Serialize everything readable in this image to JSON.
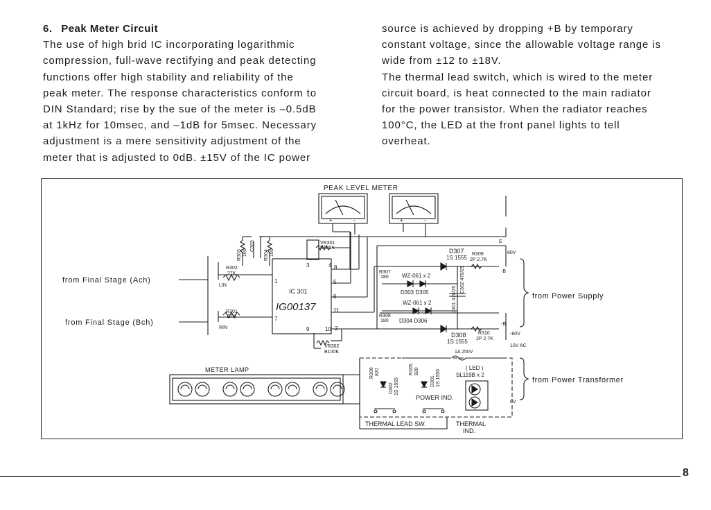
{
  "section": {
    "number": "6.",
    "title": "Peak Meter Circuit"
  },
  "left_lines": [
    "The use of high brid IC incorporating logarithmic",
    "compression, full-wave rectifying and peak detecting",
    "functions offer high stability and reliability of the",
    "peak meter. The response characteristics conform to",
    "DIN Standard; rise by the sue of the meter is –0.5dB",
    "at 1kHz for 10msec, and –1dB for 5msec. Necessary",
    "adjustment is a mere sensitivity adjustment of the",
    "meter that is adjusted to 0dB. ±15V of the IC power"
  ],
  "right_lines": [
    "source is achieved by dropping +B by temporary",
    "constant voltage, since the allowable voltage range is",
    "wide from ±12 to ±18V.",
    "The thermal lead switch, which is wired to the meter",
    "circuit board, is heat connected to the main radiator",
    "for the power transistor. When the radiator reaches",
    "100°C, the LED at the front panel lights to tell",
    "overheat."
  ],
  "schematic": {
    "title": "PEAK LEVEL METER",
    "inputs": [
      "from Final Stage (Ach)",
      "from Final Stage (Bch)"
    ],
    "outputs": [
      "from Power Supply",
      "from Power Transformer"
    ],
    "ic": {
      "name": "IC 301",
      "part": "IG00137"
    },
    "pins": [
      "1",
      "2",
      "3",
      "4",
      "5",
      "6",
      "7",
      "8",
      "9",
      "10",
      "11"
    ],
    "components": {
      "vr301": [
        "VR301",
        "B100K"
      ],
      "vr302": [
        "VR302",
        "B100K"
      ],
      "r302": [
        "R302",
        "27K"
      ],
      "r301": [
        "R301",
        "27K"
      ],
      "r303": [
        "R303",
        "100"
      ],
      "r304": [
        "R304",
        "100"
      ],
      "c303": "C303",
      "lin": "LIN",
      "rin": "RIN",
      "d307": [
        "D307",
        "1S 1555"
      ],
      "r309": [
        "R309",
        "2P 2.7K"
      ],
      "d308": [
        "D308",
        "1S 1555"
      ],
      "r310": [
        "R310",
        "2P 2.7K"
      ],
      "r307": [
        "R307",
        "180"
      ],
      "r308": [
        "R308",
        "180"
      ],
      "zener1": "WZ-061 x 2",
      "zener2": "WZ-061 x 2",
      "d303_305": "D303  D305",
      "d304_306": "D304  D306",
      "c301": "C301 470/25",
      "c302": "C302 470/25",
      "e": "E",
      "b1": "-B",
      "b2": "-B",
      "v80p": "80V",
      "v80n": "-80V",
      "vac": "10V AC",
      "fuse": "1A 250V",
      "r306": [
        "R306",
        "820"
      ],
      "r305": [
        "R305",
        "820"
      ],
      "d302": [
        "D302",
        "1S 1555"
      ],
      "d301": [
        "D301",
        "1S 1555"
      ],
      "led": [
        "( LED )",
        "SL119B x 2"
      ],
      "zero_v": "0V",
      "power_ind": "POWER IND.",
      "meter_lamp": "METER LAMP",
      "thermal_sw": "THERMAL LEAD SW.",
      "thermal_ind": [
        "THERMAL",
        "IND."
      ]
    }
  },
  "page_number": "8"
}
